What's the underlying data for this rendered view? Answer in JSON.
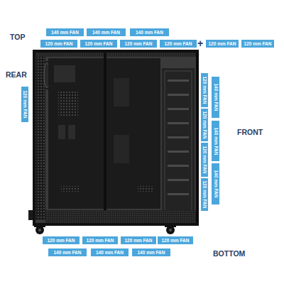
{
  "diagram": {
    "nodes": [
      {
        "text": [
          "140 mm FAN"
        ]
      },
      {
        "text": [
          "140 mm FAN"
        ]
      },
      {
        "text": [
          "140 mm FAN"
        ]
      },
      {
        "text": [
          "120 mm FAN"
        ]
      },
      {
        "text": [
          "120 mm FAN"
        ]
      },
      {
        "text": [
          "120 mm FAN"
        ]
      },
      {
        "text": [
          "120 mm FAN"
        ]
      },
      {
        "text": [
          "120 mm FAN"
        ]
      },
      {
        "text": [
          "120 mm FAN"
        ]
      },
      {
        "text": [
          "120 mm FAN"
        ]
      },
      {
        "text": [
          "120 mm FAN"
        ]
      },
      {
        "text": [
          "120 mm FAN"
        ]
      },
      {
        "text": [
          "120 mm FAN"
        ]
      },
      {
        "text": [
          "120 mm FAN"
        ]
      },
      {
        "text": [
          "140 mm FAN"
        ]
      },
      {
        "text": [
          "140 mm FAN"
        ]
      },
      {
        "text": [
          "140 mm FAN"
        ]
      },
      {
        "text": [
          "120 mm FAN"
        ]
      },
      {
        "text": [
          "120 mm FAN"
        ]
      },
      {
        "text": [
          "120 mm FAN"
        ]
      },
      {
        "text": [
          "120 mm FAN"
        ]
      },
      {
        "text": [
          "140 mm FAN"
        ]
      },
      {
        "text": [
          "140 mm FAN"
        ]
      },
      {
        "text": [
          "140 mm FAN"
        ]
      }
    ],
    "labels": [
      "TOP",
      "+",
      "REAR",
      "FRONT",
      "BOTTOM"
    ]
  }
}
